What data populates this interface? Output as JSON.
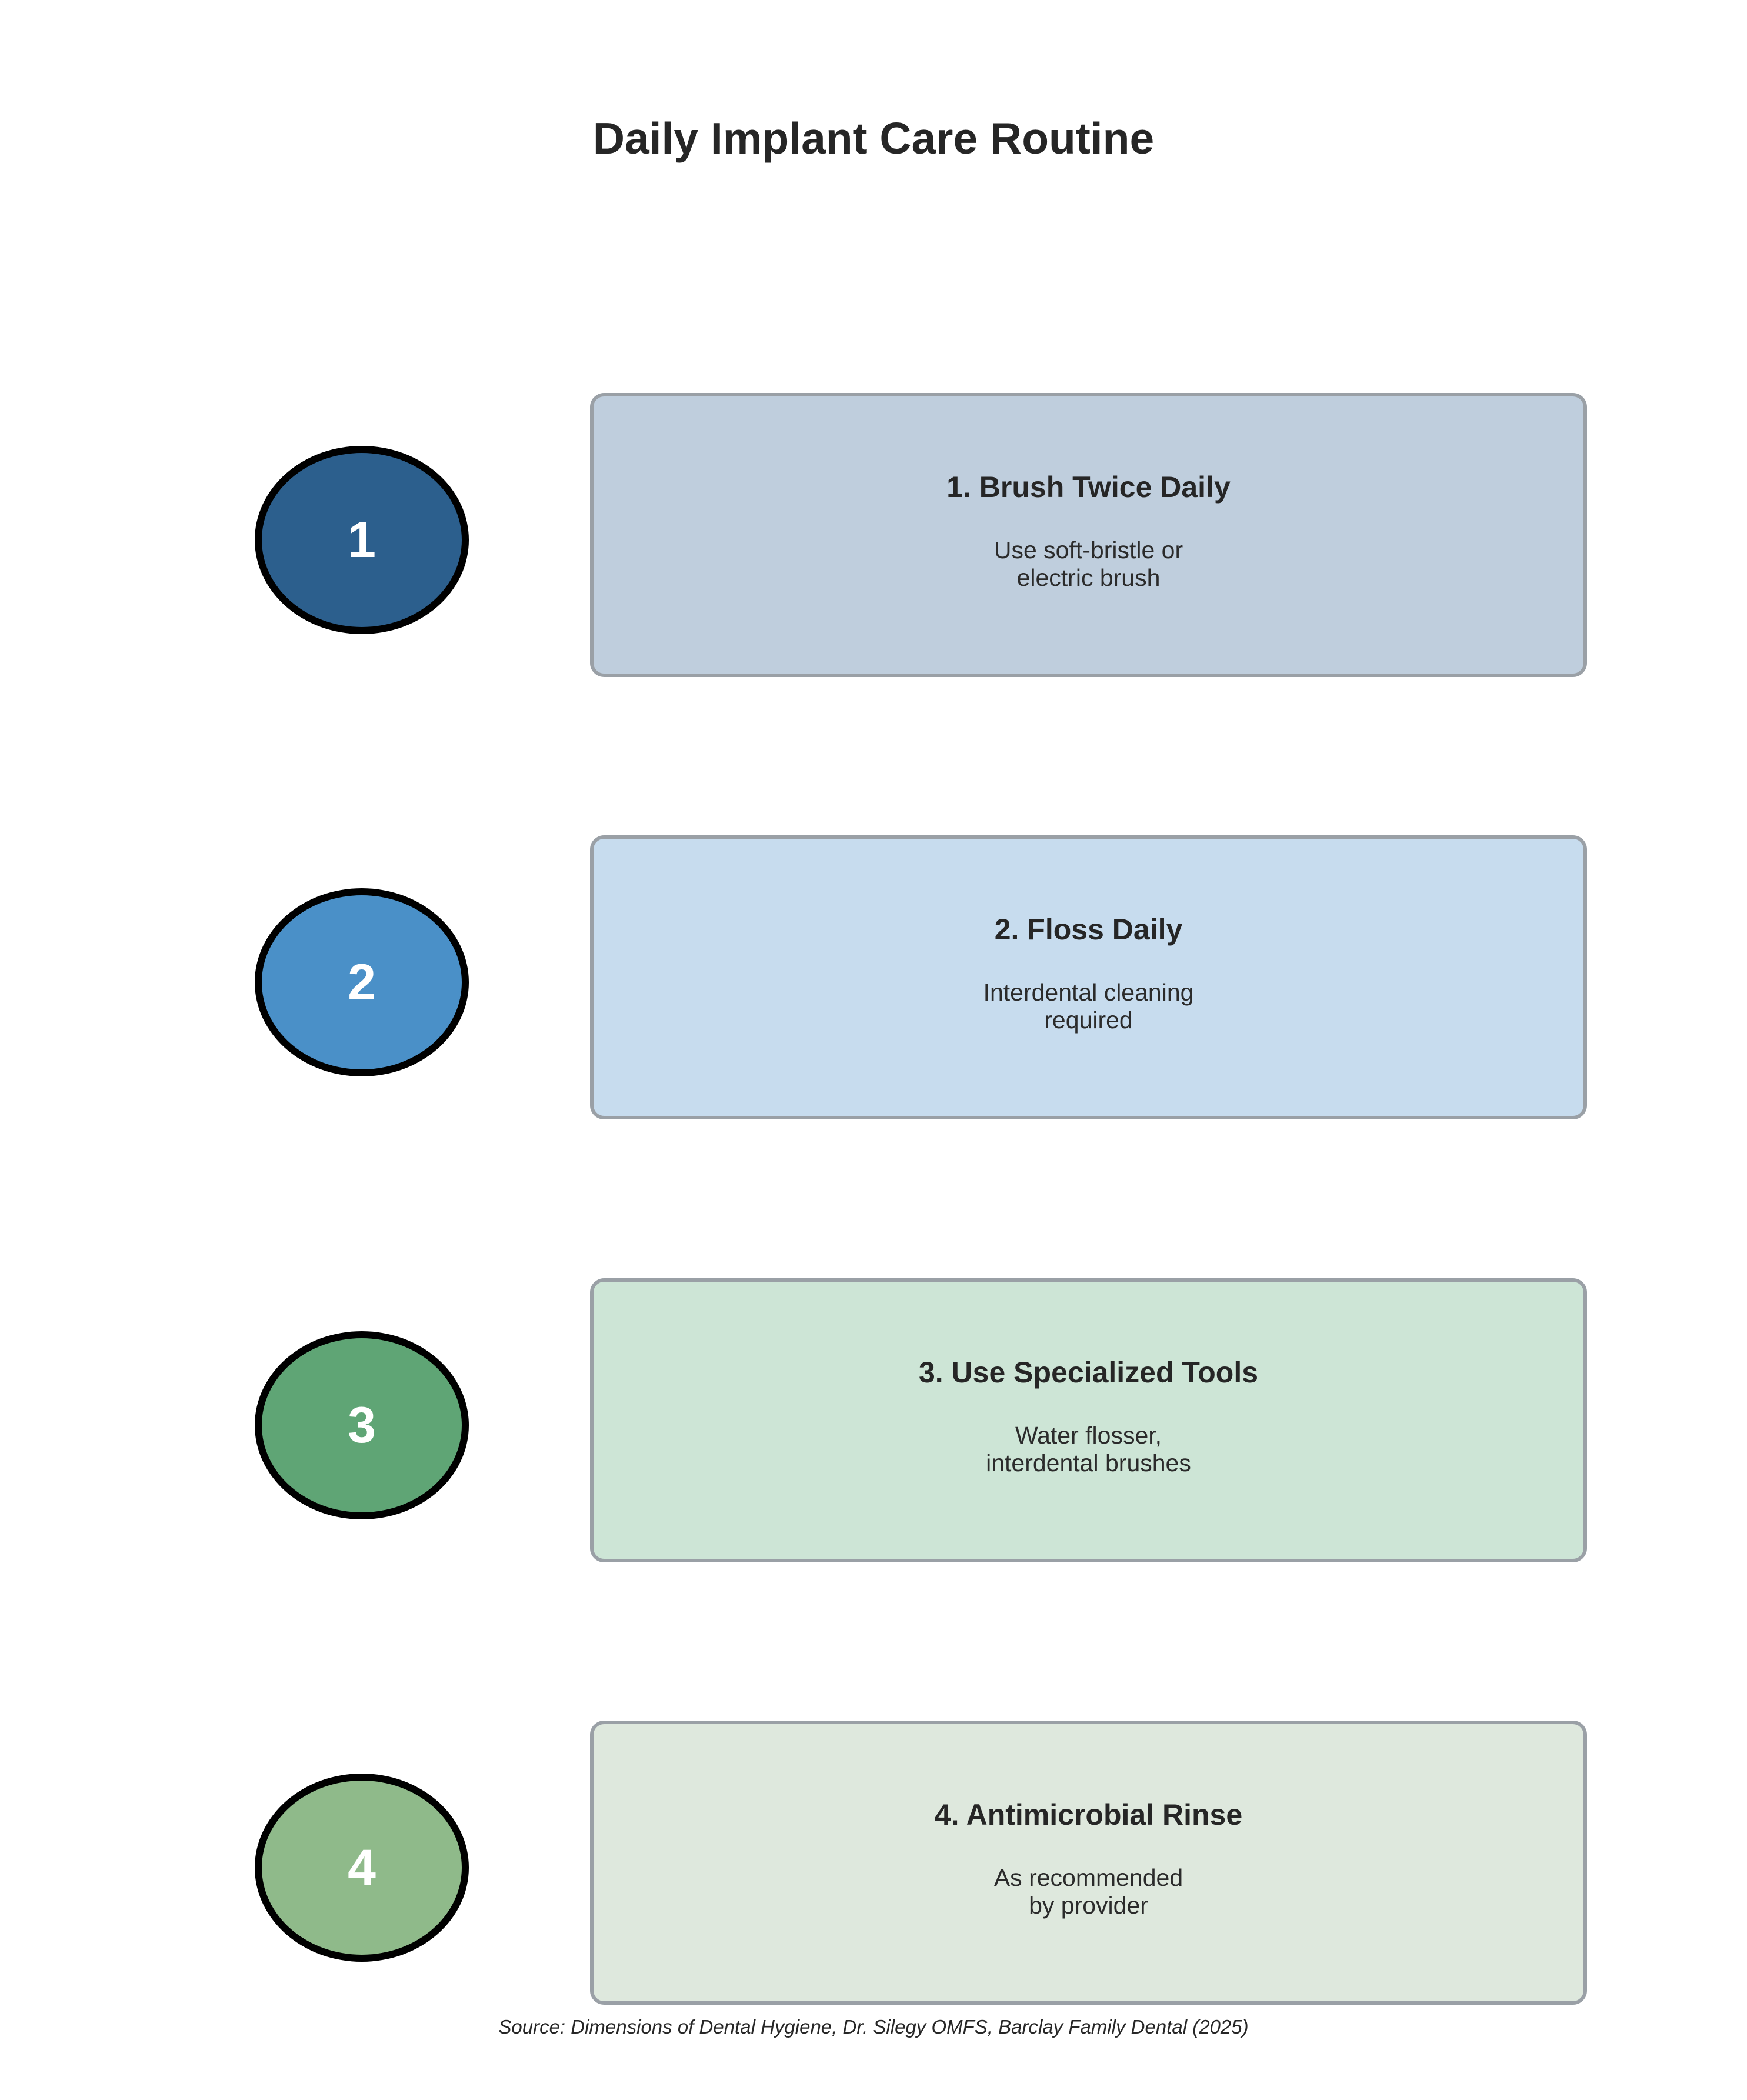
{
  "title": "Daily Implant Care Routine",
  "steps": [
    {
      "number": "1",
      "title": "1. Brush Twice Daily",
      "description": "Use soft-bristle or\nelectric brush",
      "circle_color": "#2c5f8d",
      "box_color": "#bfcedd"
    },
    {
      "number": "2",
      "title": "2. Floss Daily",
      "description": "Interdental cleaning\nrequired",
      "circle_color": "#4a90c8",
      "box_color": "#c7dcee"
    },
    {
      "number": "3",
      "title": "3. Use Specialized Tools",
      "description": "Water flosser,\ninterdental brushes",
      "circle_color": "#5fa575",
      "box_color": "#cde5d6"
    },
    {
      "number": "4",
      "title": "4. Antimicrobial Rinse",
      "description": "As recommended\nby provider",
      "circle_color": "#8fba8a",
      "box_color": "#dee8dd"
    }
  ],
  "source": "Source: Dimensions of Dental Hygiene, Dr. Silegy OMFS, Barclay Family Dental (2025)"
}
